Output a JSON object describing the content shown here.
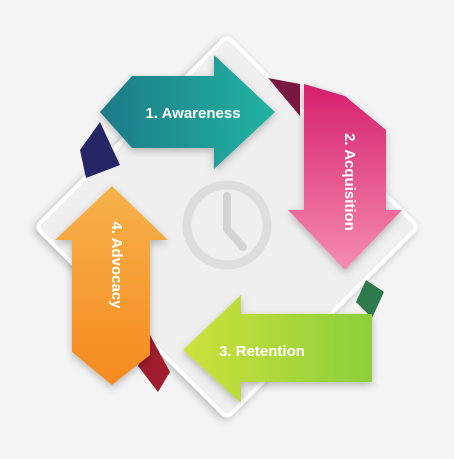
{
  "diagram": {
    "center_icon": "clock-icon",
    "steps": [
      {
        "label": "1. Awareness",
        "color_start": "#1f7a88",
        "color_end": "#20b3a2",
        "fold_color": "#262566"
      },
      {
        "label": "2. Acquisition",
        "color_start": "#d51f6d",
        "color_end": "#f58cb0",
        "fold_color": "#7a1740"
      },
      {
        "label": "3. Retention",
        "color_start": "#8ccf3a",
        "color_end": "#cde13a",
        "fold_color": "#2e7a4b"
      },
      {
        "label": "4. Advocacy",
        "color_start": "#f58a1f",
        "color_end": "#f7b24a",
        "fold_color": "#a11d2e"
      }
    ]
  }
}
